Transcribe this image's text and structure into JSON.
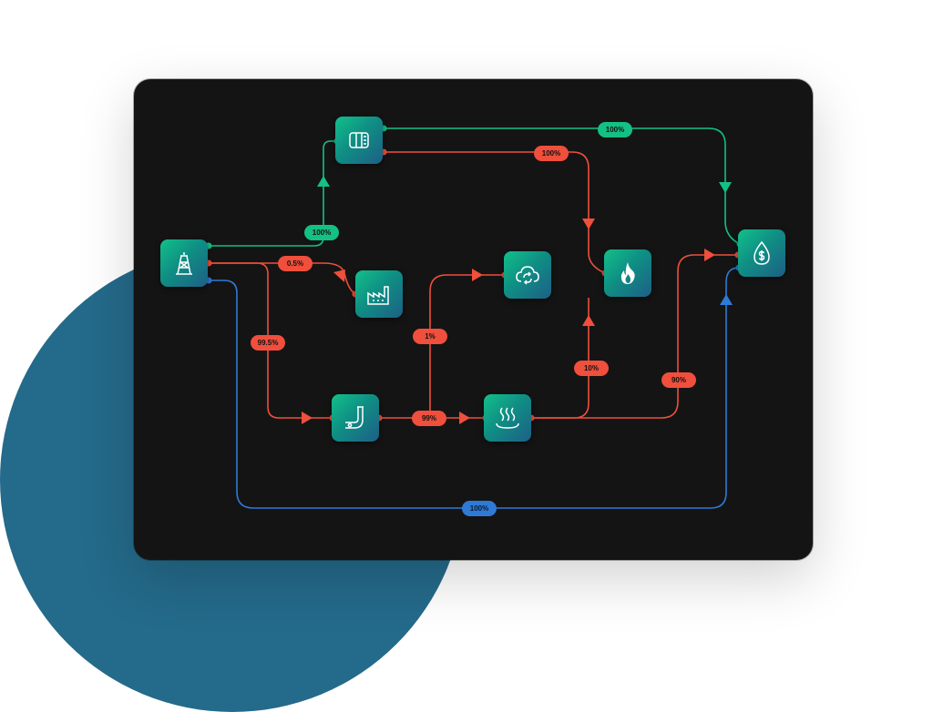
{
  "colors": {
    "green": "#14c084",
    "red": "#ef4f3c",
    "blue": "#2e7ad6",
    "panel": "#141414",
    "circle": "#246a8a"
  },
  "nodes": [
    {
      "id": "wellhead",
      "icon": "oil-derrick-icon"
    },
    {
      "id": "tank",
      "icon": "storage-tank-icon"
    },
    {
      "id": "factory",
      "icon": "factory-icon"
    },
    {
      "id": "pipeline",
      "icon": "pipe-icon"
    },
    {
      "id": "cloud-recycle",
      "icon": "cloud-recycle-icon"
    },
    {
      "id": "heater",
      "icon": "heat-waves-icon"
    },
    {
      "id": "flare",
      "icon": "flame-icon"
    },
    {
      "id": "sales",
      "icon": "oil-drop-dollar-icon"
    }
  ],
  "labels": {
    "well_to_tank": "100%",
    "tank_to_sales": "100%",
    "tank_to_flare": "100%",
    "well_to_factory": "0.5%",
    "well_to_pipe": "99.5%",
    "pipe_to_cloud": "1%",
    "pipe_to_heater": "99%",
    "heater_to_flare": "10%",
    "heater_to_sales": "90%",
    "well_to_sales": "100%"
  }
}
